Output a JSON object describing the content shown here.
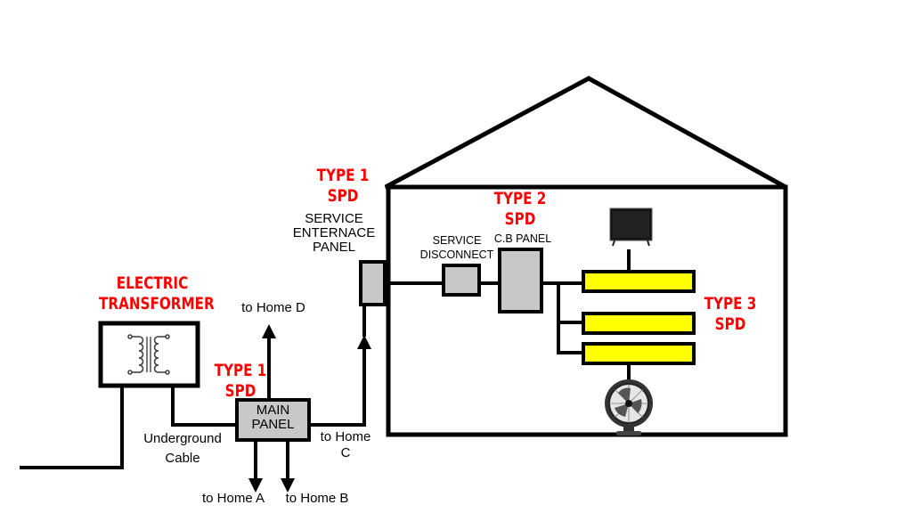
{
  "labels": {
    "electric_transformer": "ELECTRIC\nTRANSFORMER",
    "type1_outside": "TYPE 1\nSPD",
    "type1_main": "TYPE 1\nSPD",
    "type2": "TYPE 2\nSPD",
    "type3": "TYPE 3\nSPD",
    "service_entrance": "SERVICE\nENTERNACE\nPANEL",
    "service_disconnect": "SERVICE\nDISCONNECT",
    "cb_panel": "C.B PANEL",
    "main_panel": "MAIN\nPANEL",
    "to_home_a": "to Home A",
    "to_home_b": "to Home B",
    "to_home_c": "to Home\nC",
    "to_home_d": "to Home D",
    "underground_cable": "Underground\nCable"
  },
  "colors": {
    "spd_label": "#ff0000",
    "panel_fill": "#c8c8c8",
    "outlet_fill": "#ffff00",
    "line": "#000000"
  },
  "icons": {
    "transformer": "transformer-coil-icon",
    "television": "television-icon",
    "fan": "desk-fan-icon"
  }
}
